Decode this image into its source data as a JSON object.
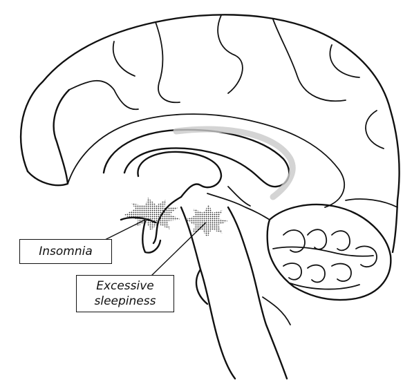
{
  "labels": {
    "insomnia": "Insomnia",
    "excessive_sleepiness_line1": "Excessive",
    "excessive_sleepiness_line2": "sleepiness"
  },
  "colors": {
    "outline": "#111111",
    "lesion_dots": "#222222",
    "fornix_shade": "#c9c9c9",
    "background": "#ffffff"
  }
}
